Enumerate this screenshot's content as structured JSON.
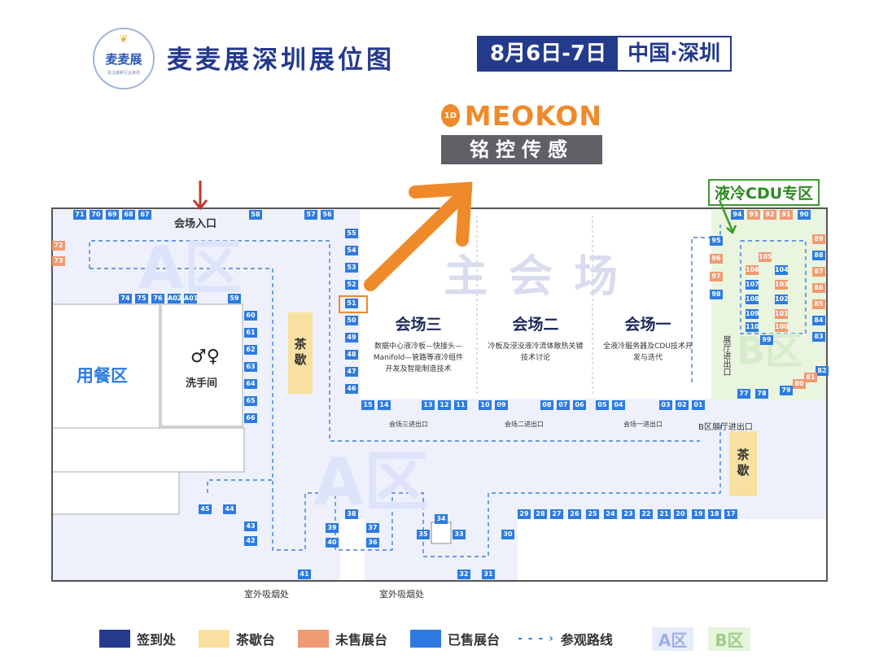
{
  "header": {
    "logo_name": "麦麦展",
    "logo_sub": "关注最新行业资讯",
    "title": "麦麦展深圳展位图",
    "date": "8月6日-7日",
    "location": "中国·深圳"
  },
  "brand": {
    "name": "MEOKON",
    "sub": "铭控传感",
    "badge": "1D"
  },
  "zones": {
    "cdu": "液冷CDU专区",
    "a": "A区",
    "b": "B区"
  },
  "areas": {
    "main_hall": "主会场",
    "entrance": "会场入口",
    "dining": "用餐区",
    "restroom": "洗手间",
    "tea": "茶歇",
    "hall_entrance": "展厅进出口",
    "smoking": "室外吸烟处"
  },
  "sessions": [
    {
      "title": "会场三",
      "desc": "数据中心液冷板—快接头—Manifold—管路等液冷组件开发及智能制造技术",
      "exit": "会场三进出口"
    },
    {
      "title": "会场二",
      "desc": "冷板及浸没液冷流体散热关键技术讨论",
      "exit": "会场二进出口"
    },
    {
      "title": "会场一",
      "desc": "全液冷服务器及CDU技术开发与迭代",
      "exit": "会场一进出口"
    }
  ],
  "b_exit": "B区展厅进出口",
  "booths_sold": [
    "71",
    "70",
    "69",
    "68",
    "67",
    "58",
    "57",
    "56",
    "55",
    "54",
    "53",
    "52",
    "51",
    "50",
    "49",
    "48",
    "47",
    "46",
    "74",
    "75",
    "76",
    "A02",
    "A01",
    "59",
    "60",
    "61",
    "62",
    "63",
    "64",
    "65",
    "66",
    "15",
    "14",
    "13",
    "12",
    "11",
    "10",
    "09",
    "08",
    "07",
    "06",
    "05",
    "04",
    "03",
    "02",
    "01",
    "94",
    "90",
    "95",
    "98",
    "104",
    "107",
    "102",
    "108",
    "109",
    "110",
    "99",
    "84",
    "83",
    "88",
    "77",
    "78",
    "79",
    "82",
    "45",
    "44",
    "43",
    "42",
    "38",
    "39",
    "40",
    "37",
    "36",
    "34",
    "35",
    "33",
    "30",
    "29",
    "28",
    "27",
    "26",
    "25",
    "24",
    "23",
    "22",
    "21",
    "20",
    "19",
    "18",
    "17",
    "41",
    "32",
    "31"
  ],
  "booths_unsold": [
    "72",
    "73",
    "93",
    "92",
    "91",
    "96",
    "97",
    "105",
    "106",
    "103",
    "101",
    "100",
    "89",
    "87",
    "86",
    "85",
    "80",
    "81"
  ],
  "legend": [
    {
      "label": "签到处",
      "color": "#243a8c"
    },
    {
      "label": "茶歇台",
      "color": "#f8e1a0"
    },
    {
      "label": "未售展台",
      "color": "#ef9a72"
    },
    {
      "label": "已售展台",
      "color": "#2d7be0"
    },
    {
      "label": "参观路线",
      "color": "#2d7be0"
    },
    {
      "label": "A区",
      "color": "#e7ecfb"
    },
    {
      "label": "B区",
      "color": "#e8f5dd"
    }
  ],
  "colors": {
    "navy": "#243a8c",
    "sold": "#2d7be0",
    "unsold": "#ef9a72",
    "tea": "#f8e1a0",
    "zoneA": "#eef1fc",
    "zoneB": "#eaf5e0",
    "arrow": "#ef8a2a"
  }
}
